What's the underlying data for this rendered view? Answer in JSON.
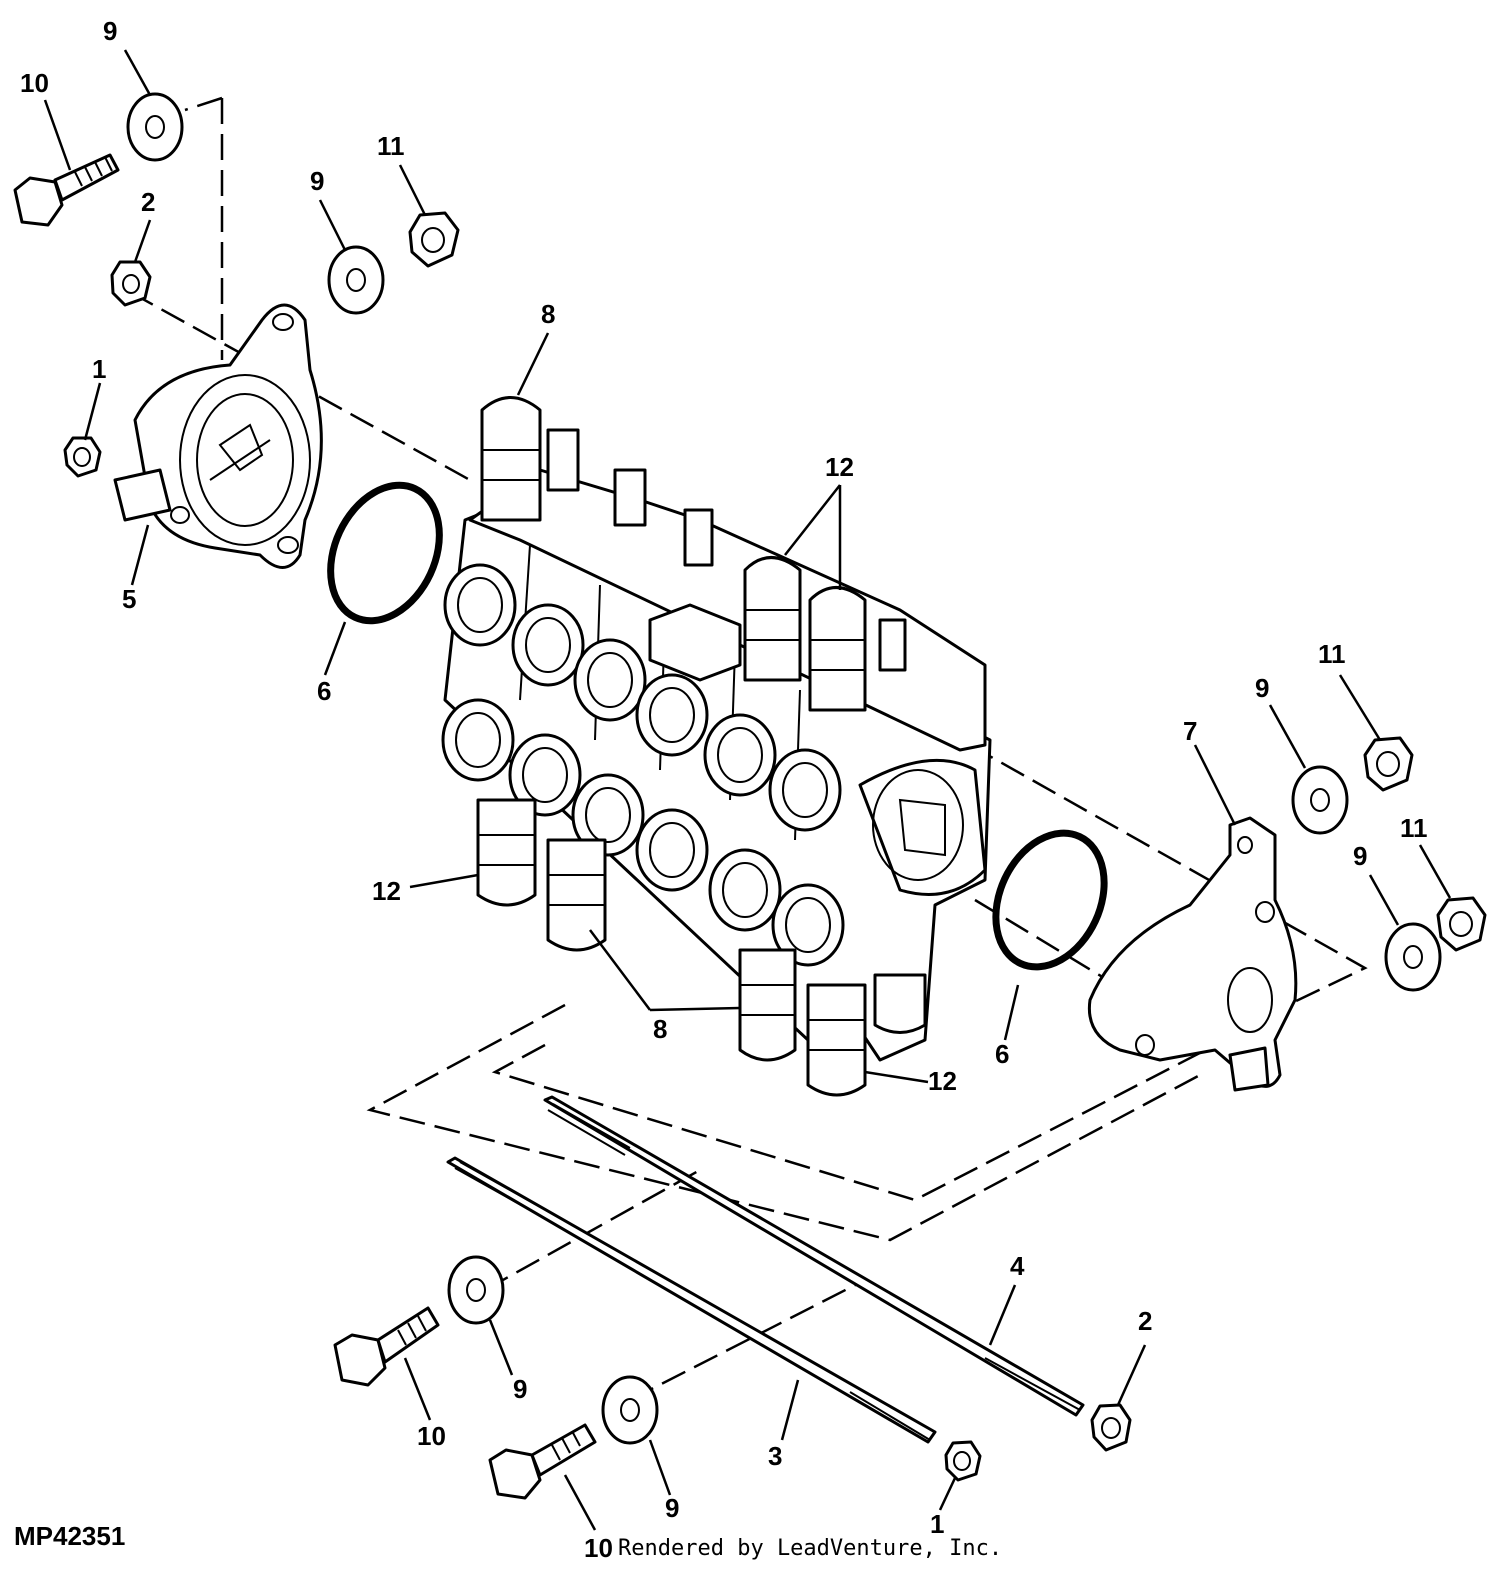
{
  "figure": {
    "id": "MP42351",
    "credit": "Rendered by LeadVenture, Inc."
  },
  "callouts": [
    {
      "label": "9"
    },
    {
      "label": "10"
    },
    {
      "label": "11"
    },
    {
      "label": "2"
    },
    {
      "label": "9"
    },
    {
      "label": "8"
    },
    {
      "label": "1"
    },
    {
      "label": "5"
    },
    {
      "label": "6"
    },
    {
      "label": "12"
    },
    {
      "label": "12"
    },
    {
      "label": "11"
    },
    {
      "label": "9"
    },
    {
      "label": "7"
    },
    {
      "label": "11"
    },
    {
      "label": "9"
    },
    {
      "label": "8"
    },
    {
      "label": "6"
    },
    {
      "label": "12"
    },
    {
      "label": "4"
    },
    {
      "label": "2"
    },
    {
      "label": "9"
    },
    {
      "label": "10"
    },
    {
      "label": "3"
    },
    {
      "label": "9"
    },
    {
      "label": "1"
    },
    {
      "label": "10"
    }
  ],
  "colors": {
    "line": "#000000",
    "background": "#ffffff"
  }
}
